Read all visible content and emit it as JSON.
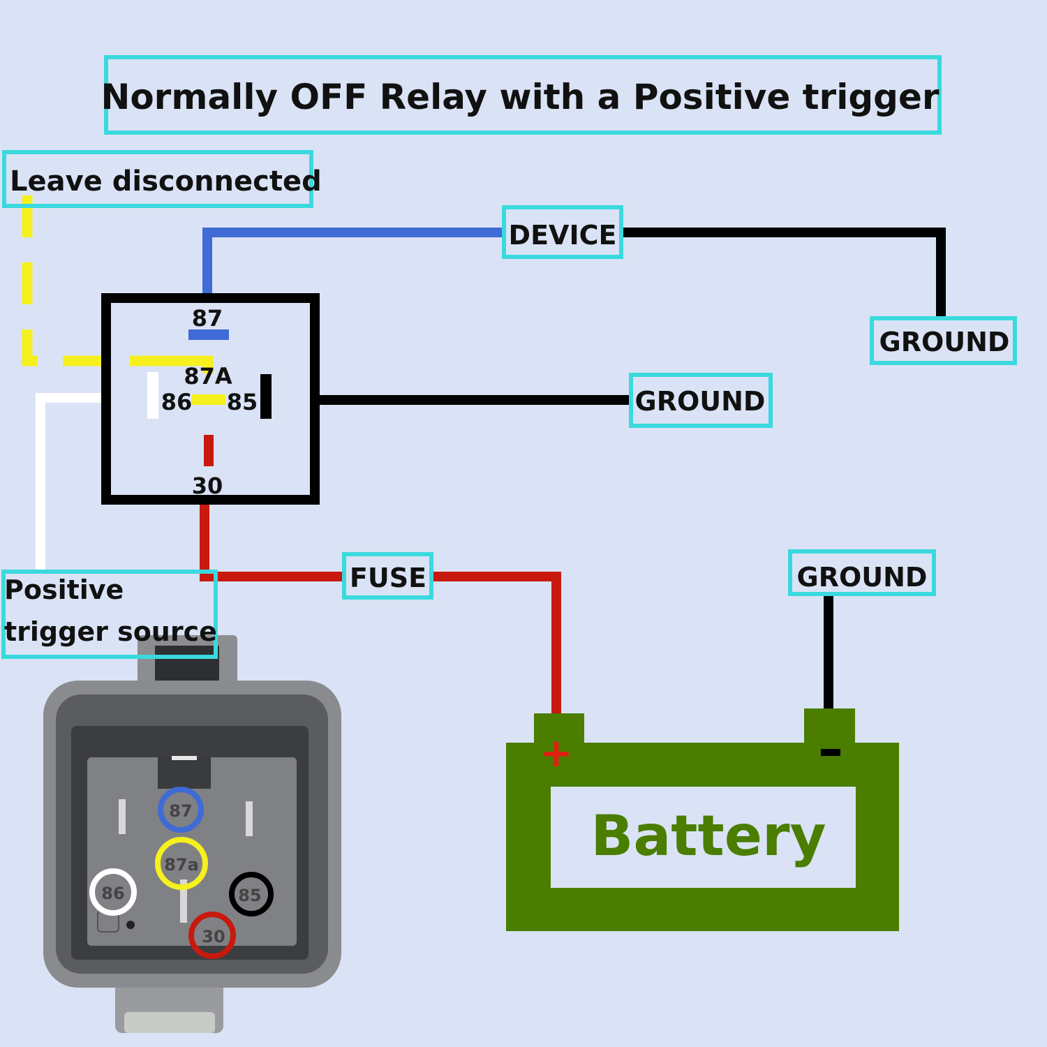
{
  "title": "Normally OFF Relay with a Positive trigger",
  "labels": {
    "leave_disconnected": "Leave disconnected",
    "device": "DEVICE",
    "ground_top": "GROUND",
    "ground_middle": "GROUND",
    "ground_battery": "GROUND",
    "fuse": "FUSE",
    "trigger_line1": "Positive",
    "trigger_line2": "trigger source",
    "battery": "Battery",
    "battery_plus": "+",
    "battery_minus": "-"
  },
  "relay_pins": {
    "p87": "87",
    "p87a": "87A",
    "p86": "86",
    "p85": "85",
    "p30": "30"
  },
  "photo_pins": {
    "p87": "87",
    "p87a": "87a",
    "p86": "86",
    "p85": "85",
    "p30": "30"
  },
  "colors": {
    "background": "#dae3f5",
    "label_border": "#3ad9de",
    "pin87_wire": "#3f6bd6",
    "pin87a_wire": "#f5f01e",
    "pin86_wire": "#ffffff",
    "pin85_wire": "#000000",
    "pin30_wire": "#c8190f",
    "battery": "#4a7d00"
  }
}
